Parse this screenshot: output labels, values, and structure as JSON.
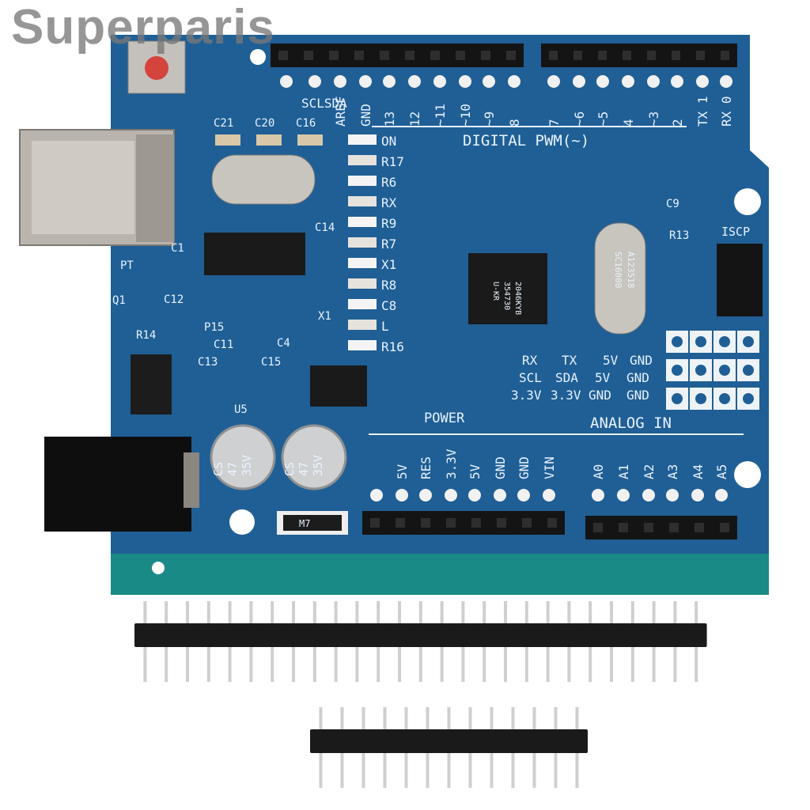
{
  "watermark": "Superparis",
  "board": {
    "colors": {
      "pcb": "#1f5f95",
      "edge": "#1a8a86",
      "header": "#141414",
      "silk": "#e8f2ff"
    },
    "top_labels": [
      "SCLSDA",
      "AREF",
      "GND",
      "13",
      "12",
      "~11",
      "~10",
      "~9",
      "8",
      "7",
      "~6",
      "~5",
      "4",
      "~3",
      "2",
      "TX 1",
      "RX 0"
    ],
    "digital_label": "DIGITAL PWM(~)",
    "power_label": "POWER",
    "analog_label": "ANALOG IN",
    "iscp_label": "ISCP",
    "power_pins": [
      "5V",
      "RES",
      "3.3V",
      "5V",
      "GND",
      "GND",
      "VIN"
    ],
    "analog_pins": [
      "A0",
      "A1",
      "A2",
      "A3",
      "A4",
      "A5"
    ],
    "bus_rows": [
      [
        "RX",
        "TX",
        "5V",
        "GND"
      ],
      [
        "SCL",
        "SDA",
        "5V",
        "GND"
      ],
      [
        "3.3V",
        "3.3V",
        "GND",
        "GND"
      ]
    ],
    "led_labels": [
      "ON",
      "R17",
      "R6",
      "RX",
      "R9",
      "R7",
      "X1",
      "R8",
      "C8",
      "L",
      "R16"
    ],
    "cap_labels_top": [
      "C21",
      "C20",
      "C16"
    ],
    "misc_labels": [
      "C14",
      "C1",
      "PT",
      "Q1",
      "C12",
      "R14",
      "P15",
      "X1",
      "C11",
      "C4",
      "C13",
      "C15",
      "U5",
      "C9",
      "R13"
    ],
    "capacitor_marking": [
      "CS",
      "47",
      "35V"
    ],
    "chip_marking": [
      "U-KR",
      "354730",
      "2046KYB"
    ],
    "crystal_marking": [
      "SC16000",
      "A123518"
    ],
    "regulator_marking": "M7"
  },
  "pin_strips": {
    "long_count": 27,
    "short_count": 13
  }
}
